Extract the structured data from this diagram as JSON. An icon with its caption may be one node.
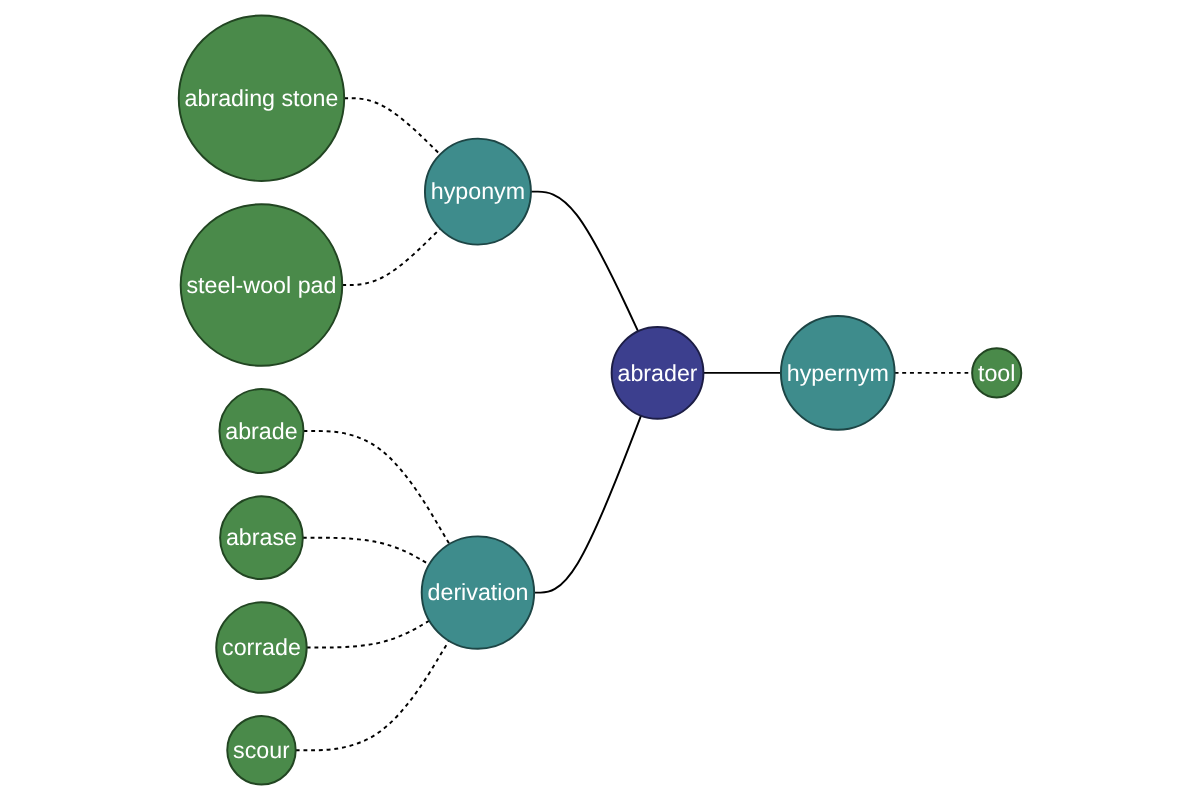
{
  "diagram": {
    "nodes": [
      {
        "text": [
          "abrading stone"
        ]
      },
      {
        "text": [
          "steel-wool pad"
        ]
      },
      {
        "text": [
          "hyponym"
        ]
      },
      {
        "text": [
          "abrade"
        ]
      },
      {
        "text": [
          "abrader"
        ]
      },
      {
        "text": [
          "hypernym"
        ]
      },
      {
        "text": [
          "derivation"
        ]
      },
      {
        "text": [
          "abrase"
        ]
      },
      {
        "text": [
          "tool"
        ]
      },
      {
        "text": [
          "corrade"
        ]
      },
      {
        "text": [
          "scour"
        ]
      }
    ],
    "edges": [
      {
        "from": 2,
        "to": 4,
        "arrow": "none"
      },
      {
        "from": 6,
        "to": 4,
        "arrow": "none"
      },
      {
        "from": 4,
        "to": 5,
        "arrow": "none"
      },
      {
        "from": 0,
        "to": 2,
        "arrow": "none",
        "style": "dashed"
      },
      {
        "from": 1,
        "to": 2,
        "arrow": "none",
        "style": "dashed"
      },
      {
        "from": 3,
        "to": 6,
        "arrow": "none",
        "style": "dashed"
      },
      {
        "from": 7,
        "to": 6,
        "arrow": "none",
        "style": "dashed"
      },
      {
        "from": 9,
        "to": 6,
        "arrow": "none",
        "style": "dashed"
      },
      {
        "from": 10,
        "to": 6,
        "arrow": "none",
        "style": "dashed"
      },
      {
        "from": 5,
        "to": 8,
        "arrow": "none",
        "style": "dashed"
      }
    ]
  }
}
